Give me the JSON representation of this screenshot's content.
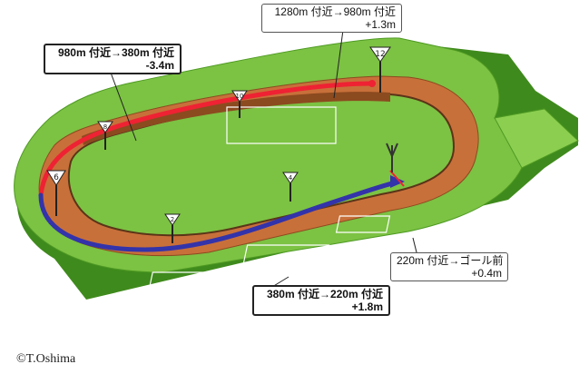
{
  "callouts": {
    "c1": {
      "line1": "980m 付近→380m 付近",
      "line2": "-3.4m"
    },
    "c2": {
      "line1": "1280m 付近→980m 付近",
      "line2": "+1.3m"
    },
    "c3": {
      "line1": "380m 付近→220m 付近",
      "line2": "+1.8m"
    },
    "c4": {
      "line1": "220m 付近→ゴール前",
      "line2": "+0.4m"
    }
  },
  "markers": {
    "m12": "12",
    "m10": "10",
    "m8": "8",
    "m6": "6",
    "m4": "4",
    "m2": "2"
  },
  "copyright": "©T.Oshima",
  "colors": {
    "turf": "#7cc243",
    "turf_dark": "#4e9a23",
    "dirt": "#c8703a",
    "dirt_dark": "#8c4a1f",
    "uphill": "#ee2233",
    "downhill": "#3333aa"
  }
}
